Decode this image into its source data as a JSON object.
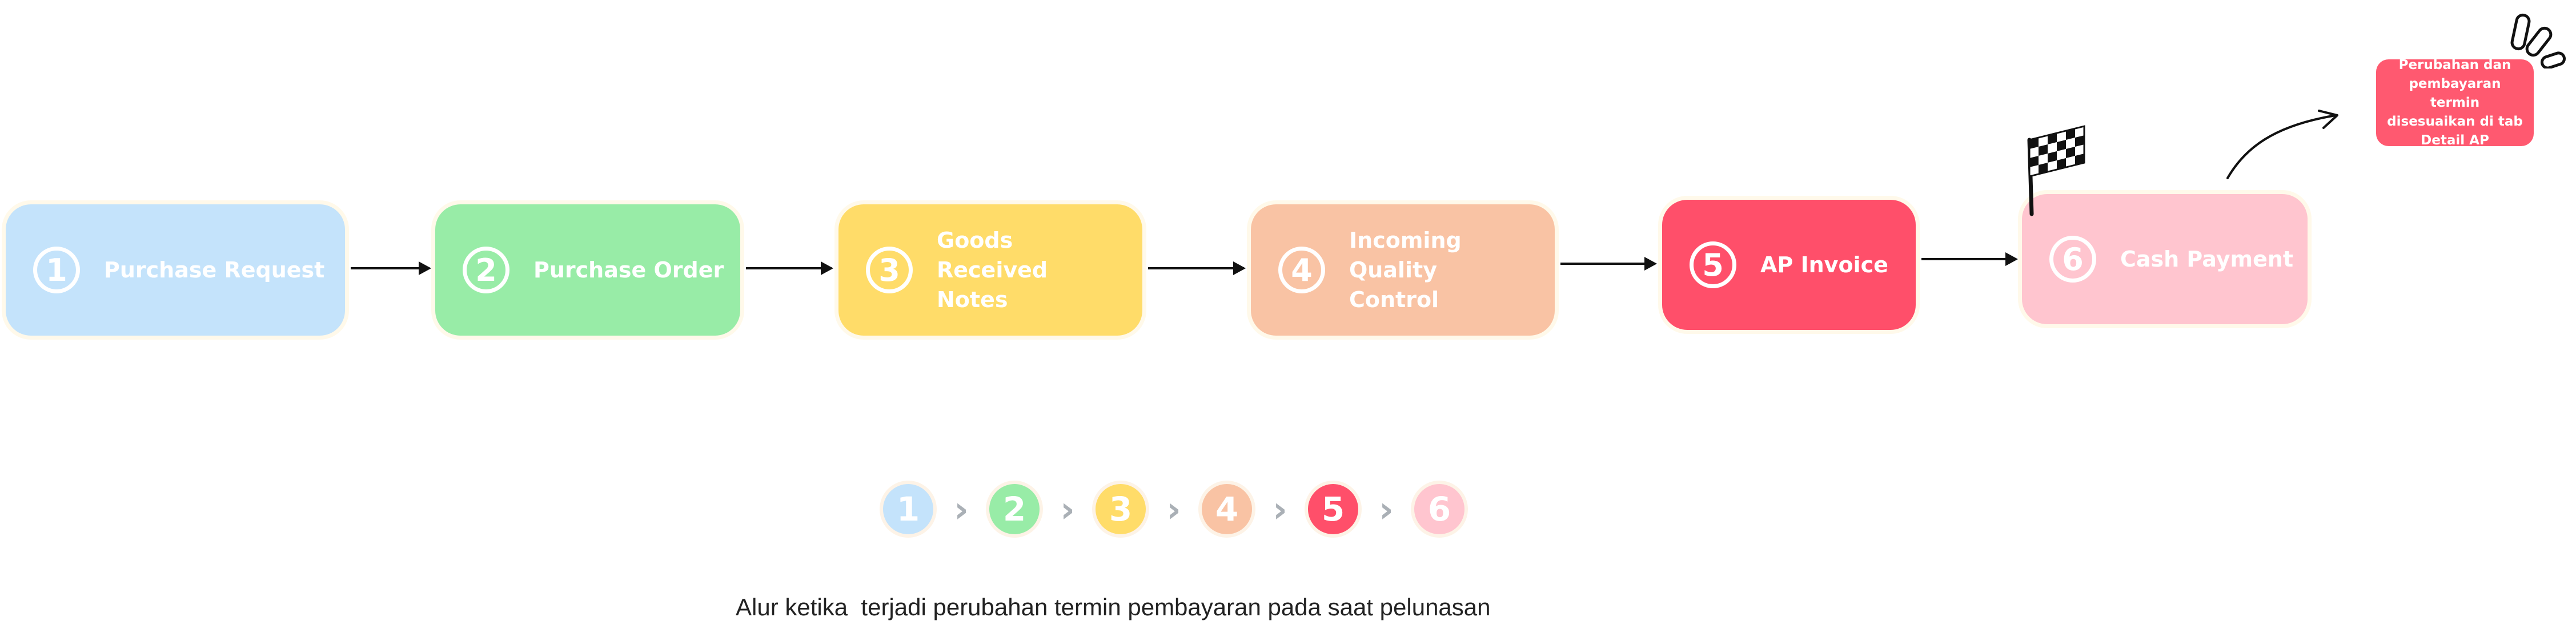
{
  "colors": {
    "step1": "#c4e3fb",
    "step2": "#98eca7",
    "step3": "#ffdc69",
    "step4": "#f9c3a4",
    "step5": "#ff4f6a",
    "step6": "#ffc5cf",
    "note": "#ff5970"
  },
  "steps": [
    {
      "number": "1",
      "label": "Purchase Request"
    },
    {
      "number": "2",
      "label": "Purchase Order"
    },
    {
      "number": "3",
      "label": "Goods Received Notes"
    },
    {
      "number": "4",
      "label": "Incoming Quality Control"
    },
    {
      "number": "5",
      "label": "AP Invoice"
    },
    {
      "number": "6",
      "label": "Cash Payment"
    }
  ],
  "stepper": [
    "1",
    "2",
    "3",
    "4",
    "5",
    "6"
  ],
  "note": "Perubahan dan pembayaran termin disesuaikan di tab Detail AP",
  "caption": "Alur ketika  terjadi perubahan termin pembayaran pada saat pelunasan",
  "icons": [
    "checkered-flag-icon",
    "sparkle-icon",
    "curved-arrow-icon"
  ]
}
